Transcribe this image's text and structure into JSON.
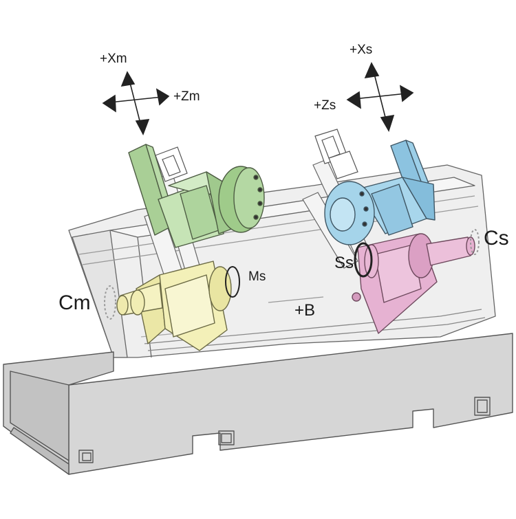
{
  "labels": {
    "xm": "+Xm",
    "zm": "+Zm",
    "xs": "+Xs",
    "zs": "+Zs",
    "cm": "Cm",
    "ms": "Ms",
    "ss": "Ss",
    "cs": "Cs",
    "b": "+B"
  },
  "colors": {
    "main_head": "#b9dba8",
    "sub_head": "#9ccfe8",
    "main_spindle": "#f3f0b8",
    "sub_spindle": "#e6b2d2",
    "base": "#d9d9d9",
    "bed": "#eeeeee",
    "outline": "#555555"
  }
}
